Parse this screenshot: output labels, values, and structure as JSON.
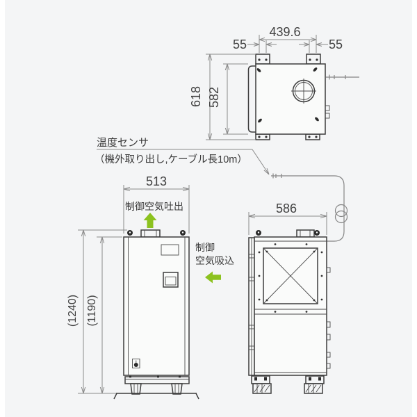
{
  "labels": {
    "temp_sensor_line1": "温度センサ",
    "temp_sensor_line2": "（機外取り出し,ケーブル長10m）",
    "control_air_discharge": "制御空気吐出",
    "control_air_intake_line1": "制御",
    "control_air_intake_line2": "空気吸込"
  },
  "dimensions": {
    "top_view": {
      "width_between_tabs": "439.6",
      "tab_pitch_left": "55",
      "tab_pitch_right": "55",
      "depth_overall": "618",
      "depth_body": "582"
    },
    "front_view": {
      "width": "513",
      "height_overall": "(1240)",
      "height_body": "(1190)"
    },
    "side_view": {
      "width": "586"
    }
  },
  "colors": {
    "arrow_green": "#8cc21f",
    "line": "#3c3c3c",
    "dimension": "#8a8a8a",
    "background": "#f4f5f6",
    "text": "#3f3f3f"
  }
}
